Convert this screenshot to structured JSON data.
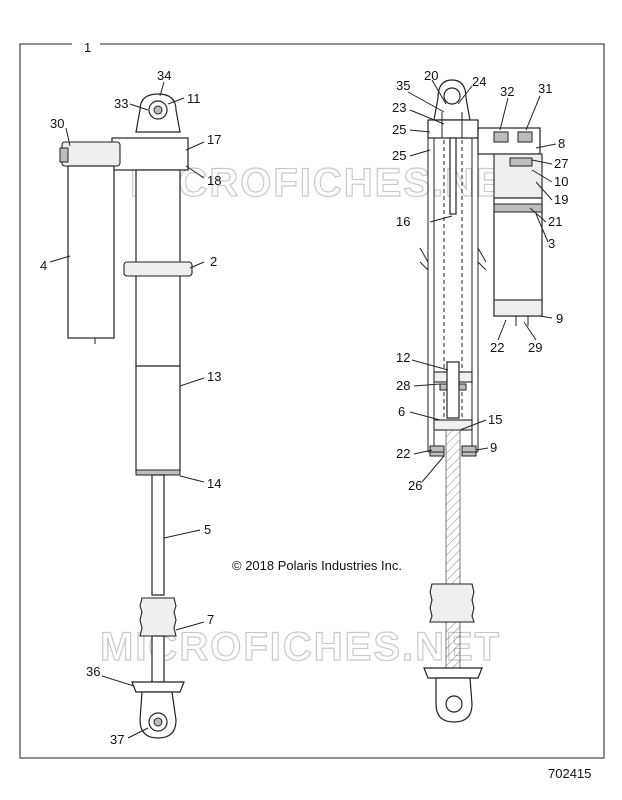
{
  "diagram": {
    "frame_label": "1",
    "copyright": "© 2018 Polaris Industries Inc.",
    "watermark_top": "MICROFICHES.NET",
    "watermark_bottom": "MICROFICHES.NET",
    "figure_number": "702415",
    "left_callouts": {
      "c34": "34",
      "c11": "11",
      "c33": "33",
      "c30": "30",
      "c17": "17",
      "c18": "18",
      "c4": "4",
      "c2": "2",
      "c13": "13",
      "c14": "14",
      "c5": "5",
      "c7": "7",
      "c36": "36",
      "c37": "37"
    },
    "right_callouts": {
      "c20": "20",
      "c35": "35",
      "c24": "24",
      "c32": "32",
      "c31": "31",
      "c23": "23",
      "c25a": "25",
      "c25b": "25",
      "c8": "8",
      "c27": "27",
      "c10": "10",
      "c19": "19",
      "c16": "16",
      "c21": "21",
      "c3": "3",
      "c9a": "9",
      "c22a": "22",
      "c29": "29",
      "c12": "12",
      "c28": "28",
      "c6": "6",
      "c15": "15",
      "c22b": "22",
      "c9b": "9",
      "c26": "26"
    }
  }
}
